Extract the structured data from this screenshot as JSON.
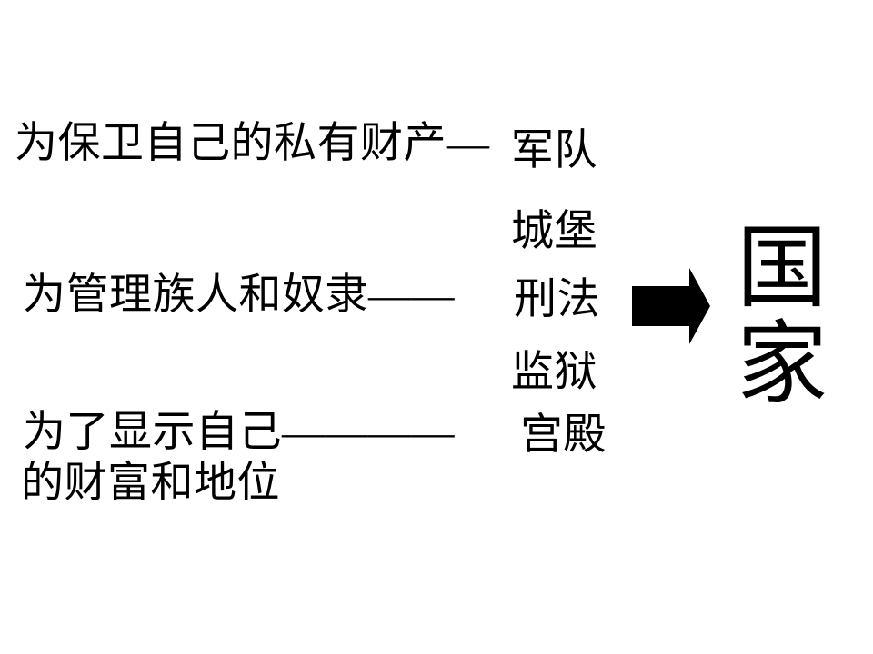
{
  "slide": {
    "background_color": "#ffffff",
    "text_color": "#000000"
  },
  "diagram": {
    "causes": [
      {
        "label": "为保卫自己的私有财产—"
      },
      {
        "label": "为管理族人和奴隶——"
      },
      {
        "label": "为了显示自己————",
        "label_line2": "的财富和地位"
      }
    ],
    "outcomes": [
      "军队",
      "城堡",
      "刑法",
      "监狱",
      "宫殿"
    ],
    "arrow": {
      "icon": "right-arrow",
      "color": "#000000"
    },
    "conclusion": "国家"
  }
}
